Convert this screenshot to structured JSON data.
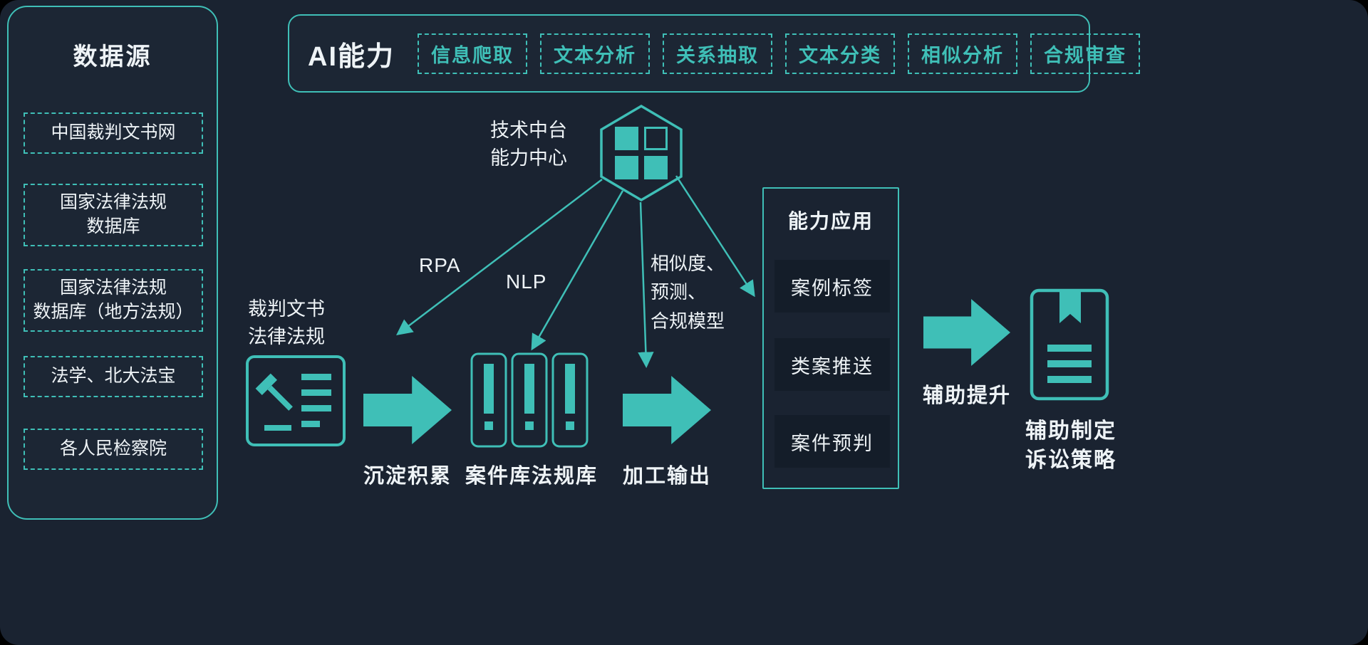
{
  "colors": {
    "background": "#1a2331",
    "panel_background": "#1c2634",
    "teal": "#3fbfb7",
    "text": "#eef3f6",
    "inner_box_background": "#141d29"
  },
  "data_sources_panel": {
    "title": "数据源",
    "items": [
      "中国裁判文书网",
      "国家法律法规\n数据库",
      "国家法律法规\n数据库（地方法规）",
      "法学、北大法宝",
      "各人民检察院"
    ]
  },
  "ai_panel": {
    "title": "AI能力",
    "capabilities": [
      "信息爬取",
      "文本分析",
      "关系抽取",
      "文本分类",
      "相似分析",
      "合规审查"
    ]
  },
  "hub": {
    "label": "技术中台\n能力中心",
    "icon": "hexagon-grid-icon",
    "link_labels": {
      "rpa": "RPA",
      "nlp": "NLP",
      "models": "相似度、\n预测、\n合规模型"
    }
  },
  "flow": {
    "source_label": "裁判文书\n法律法规",
    "step1_label": "沉淀积累",
    "repository_label": "案件库法规库",
    "step2_label": "加工输出",
    "step3_label": "辅助提升",
    "outcome_label": "辅助制定\n诉讼策略"
  },
  "capability_panel": {
    "title": "能力应用",
    "items": [
      "案例标签",
      "类案推送",
      "案件预判"
    ]
  }
}
